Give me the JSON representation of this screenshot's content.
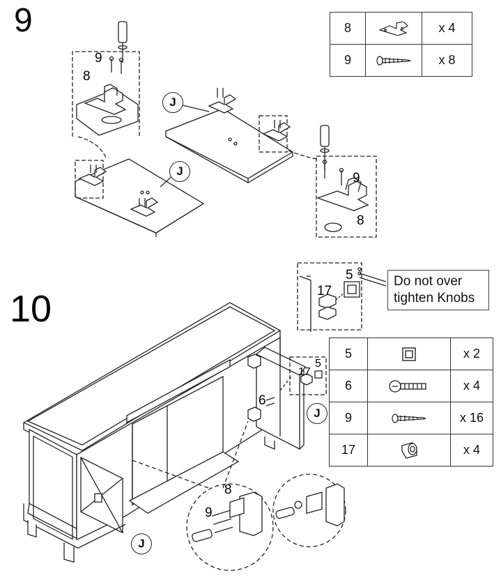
{
  "step9": {
    "number": "9",
    "callouts": {
      "top_left_9": "9",
      "top_left_8": "8",
      "right_9": "9",
      "right_8": "8"
    },
    "panel_markers": [
      "J",
      "J"
    ],
    "parts_table": [
      {
        "part": "8",
        "icon": "hinge-icon",
        "qty": "x 4"
      },
      {
        "part": "9",
        "icon": "wood-screw-icon",
        "qty": "x 8"
      }
    ]
  },
  "step10": {
    "number": "10",
    "callouts": {
      "knob_5": "5",
      "knob_17": "17",
      "door_17": "17",
      "door_5": "5",
      "screw_6": "6",
      "hinge_8": "8",
      "screw_9": "9"
    },
    "panel_markers": [
      "J",
      "J"
    ],
    "note": "Do not over\ntighten Knobs",
    "parts_table": [
      {
        "part": "5",
        "icon": "square-knob-icon",
        "qty": "x 2"
      },
      {
        "part": "6",
        "icon": "machine-screw-icon",
        "qty": "x 4"
      },
      {
        "part": "9",
        "icon": "wood-screw-icon",
        "qty": "x 16"
      },
      {
        "part": "17",
        "icon": "spacer-icon",
        "qty": "x 4"
      }
    ]
  },
  "colors": {
    "line": "#222222",
    "fill": "#ffffff"
  }
}
